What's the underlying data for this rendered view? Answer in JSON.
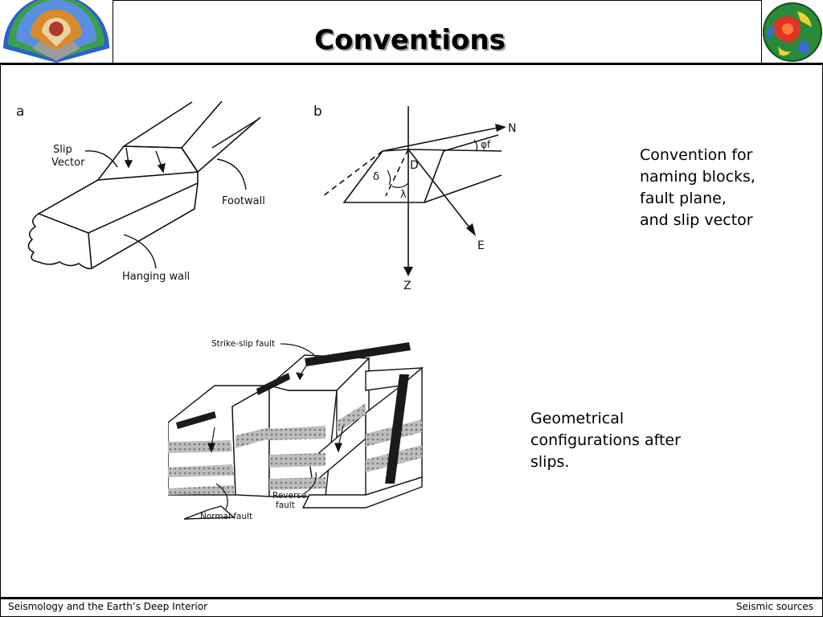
{
  "slide": {
    "title": "Conventions"
  },
  "figure_a": {
    "panel_label": "a",
    "slip_vector_label_1": "Slip",
    "slip_vector_label_2": "Vector",
    "footwall_label": "Footwall",
    "hanging_wall_label": "Hanging wall"
  },
  "figure_b": {
    "panel_label": "b",
    "north_label": "N",
    "east_label": "E",
    "z_label": "Z",
    "d_label": "D",
    "phi_label": "φf",
    "delta_label": "δ",
    "lambda_label": "λ"
  },
  "figure_c": {
    "strike_slip_label": "Strike-slip fault",
    "reverse_label_1": "Reverse",
    "reverse_label_2": "fault",
    "normal_label": "Normal fault"
  },
  "captions": {
    "top_line1": "Convention for",
    "top_line2": "naming blocks,",
    "top_line3": "fault plane,",
    "top_line4": "and slip vector",
    "bottom_line1": "Geometrical",
    "bottom_line2": "configurations after",
    "bottom_line3": "slips."
  },
  "footer": {
    "left": "Seismology and the Earth’s Deep Interior",
    "right": "Seismic sources"
  },
  "icons": {
    "left_logo": "earth-cutaway-logo-icon",
    "right_logo": "mantle-tomography-globe-icon"
  }
}
